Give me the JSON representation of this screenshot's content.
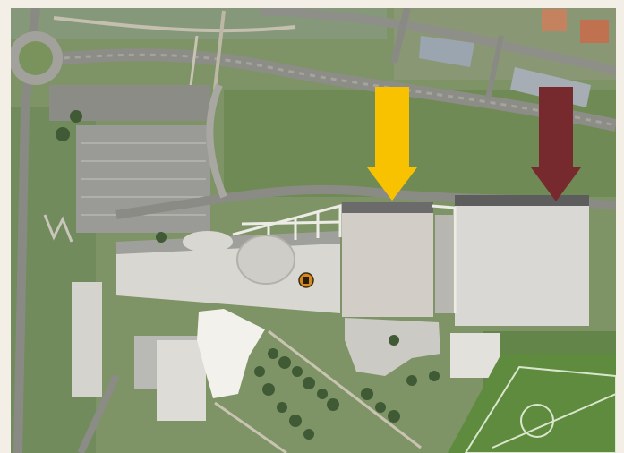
{
  "map": {
    "type": "aerial-satellite",
    "frame_color": "#f3efe7"
  },
  "annotations": {
    "arrows": [
      {
        "name": "yellow-arrow",
        "color": "#f9c200",
        "direction": "down"
      },
      {
        "name": "dark-red-arrow",
        "color": "#772a2e",
        "direction": "down"
      }
    ],
    "marker": {
      "icon": "map-pin-icon",
      "color": "#d48a1c"
    }
  }
}
